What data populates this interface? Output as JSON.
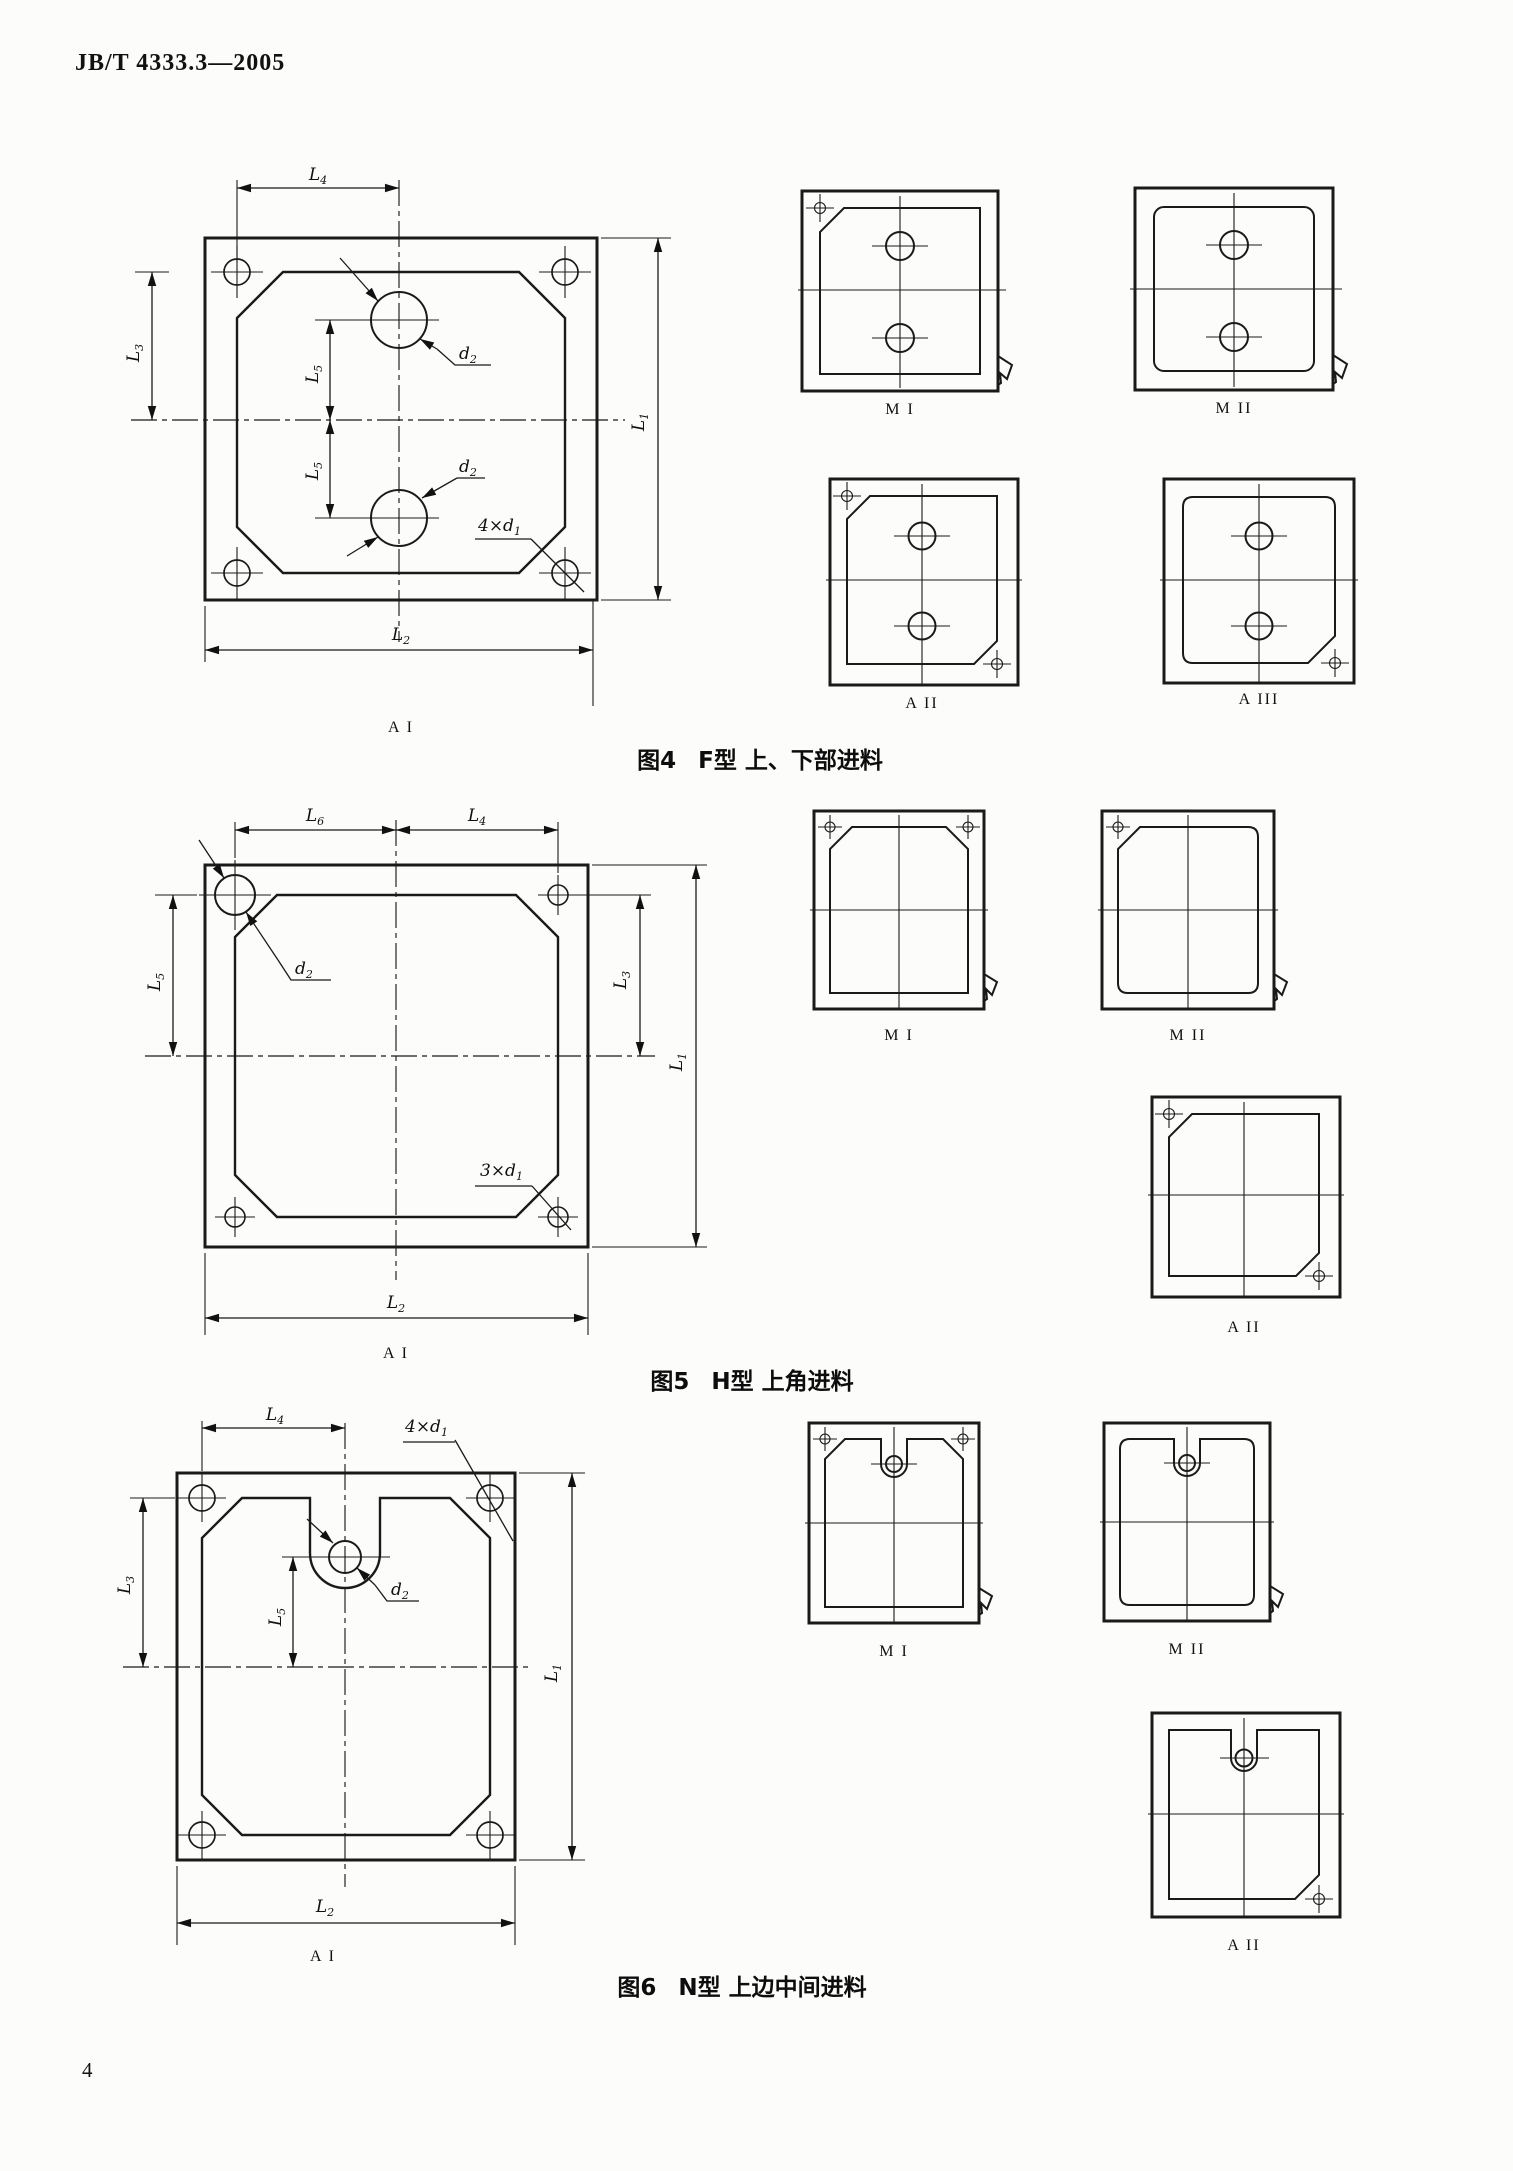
{
  "page": {
    "header": "JB/T 4333.3—2005",
    "page_number": "4"
  },
  "figures": {
    "fig4": {
      "caption_no": "图4",
      "caption": "F型 上、下部进料",
      "plate_label": "A I",
      "dims": {
        "l4": "L4",
        "l3": "L3",
        "l5_upper": "L5",
        "l5_lower": "L5",
        "d2_upper": "d2",
        "d2_lower": "d2",
        "d1": "4×d1",
        "l1": "L1",
        "l2": "L2"
      },
      "variants": {
        "m1": "M I",
        "m2": "M II",
        "a2": "A II",
        "a3": "A III"
      }
    },
    "fig5": {
      "caption_no": "图5",
      "caption": "H型 上角进料",
      "plate_label": "A I",
      "dims": {
        "l6": "L6",
        "l4": "L4",
        "d2": "d2",
        "l5": "L5",
        "l3": "L3",
        "d1": "3×d1",
        "l1": "L1",
        "l2": "L2"
      },
      "variants": {
        "m1": "M I",
        "m2": "M II",
        "a2": "A II"
      }
    },
    "fig6": {
      "caption_no": "图6",
      "caption": "N型 上边中间进料",
      "plate_label": "A I",
      "dims": {
        "l4": "L4",
        "d1": "4×d1",
        "d2": "d2",
        "l3": "L3",
        "l5": "L5",
        "l1": "L1",
        "l2": "L2"
      },
      "variants": {
        "m1": "M I",
        "m2": "M II",
        "a2": "A II"
      }
    }
  }
}
